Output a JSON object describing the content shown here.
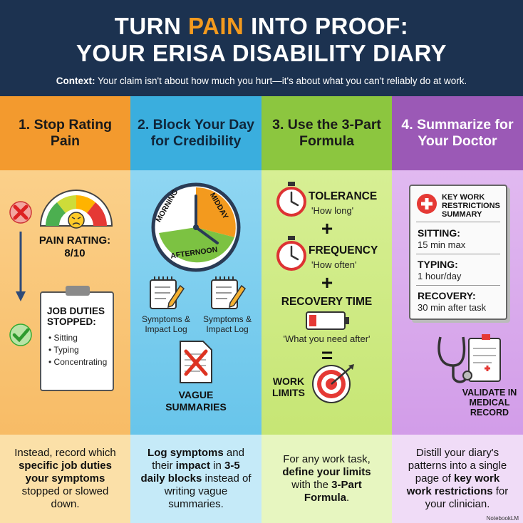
{
  "header": {
    "title_pre": "TURN ",
    "title_highlight": "PAIN",
    "title_post": " INTO PROOF:",
    "title_line2": "YOUR ERISA DISABILITY DIARY",
    "context_label": "Context:",
    "context_text": " Your claim isn't about how much you hurt—it's about what you can't reliably do at work."
  },
  "colors": {
    "navy": "#1c3250",
    "orange": "#f39a2e",
    "blue": "#3aaede",
    "green": "#8cc63f",
    "purple": "#9b59b6"
  },
  "col1": {
    "heading": "1. Stop Rating Pain",
    "pain_label": "PAIN RATING:",
    "pain_value": "8/10",
    "clipboard_title": "JOB DUTIES STOPPED:",
    "duties": [
      "• Sitting",
      "• Typing",
      "• Concentrating"
    ],
    "foot_1": "Instead, record which ",
    "foot_b1": "specific job duties your symptoms",
    "foot_2": " stopped or slowed down.",
    "icons": [
      "red-x-icon",
      "pain-gauge-icon",
      "down-arrow-icon",
      "green-check-icon",
      "clipboard-icon"
    ]
  },
  "col2": {
    "heading": "2. Block Your Day for Credibility",
    "clock_labels": [
      "MORNING",
      "MIDDAY",
      "AFTERNOON"
    ],
    "log_label": "Symptoms & Impact Log",
    "vague_label": "VAGUE SUMMARIES",
    "foot_b1": "Log symptoms",
    "foot_1": " and their ",
    "foot_b2": "impact",
    "foot_2": " in ",
    "foot_b3": "3-5 daily blocks",
    "foot_3": " instead of writing vague summaries.",
    "icons": [
      "clock-icon",
      "notepad-pencil-icon",
      "crossed-document-icon"
    ]
  },
  "col3": {
    "heading": "3. Use the 3-Part Formula",
    "tolerance_label": "TOLERANCE",
    "tolerance_sub": "'How long'",
    "frequency_label": "FREQUENCY",
    "frequency_sub": "'How often'",
    "recovery_label": "RECOVERY TIME",
    "recovery_sub": "'What you need after'",
    "plus": "+",
    "equals": "=",
    "limits_label": "WORK LIMITS",
    "foot_1": "For any work task, ",
    "foot_b1": "define your limits",
    "foot_2": " with the ",
    "foot_b2": "3-Part Formula",
    "foot_3": ".",
    "icons": [
      "stopwatch-icon",
      "low-battery-icon",
      "target-icon"
    ]
  },
  "col4": {
    "heading": "4. Summarize for Your Doctor",
    "summary_title": "KEY WORK RESTRICTIONS SUMMARY",
    "items": [
      {
        "label": "SITTING:",
        "value": "15 min max"
      },
      {
        "label": "TYPING:",
        "value": "1 hour/day"
      },
      {
        "label": "RECOVERY:",
        "value": "30 min after task"
      }
    ],
    "validate_label": "VALIDATE IN MEDICAL RECORD",
    "foot_1": "Distill your diary's patterns into a single page of ",
    "foot_b1": "key work work restrictions",
    "foot_2": " for your clinician.",
    "icons": [
      "medical-cross-icon",
      "stethoscope-icon"
    ]
  },
  "watermark": "NotebookLM"
}
